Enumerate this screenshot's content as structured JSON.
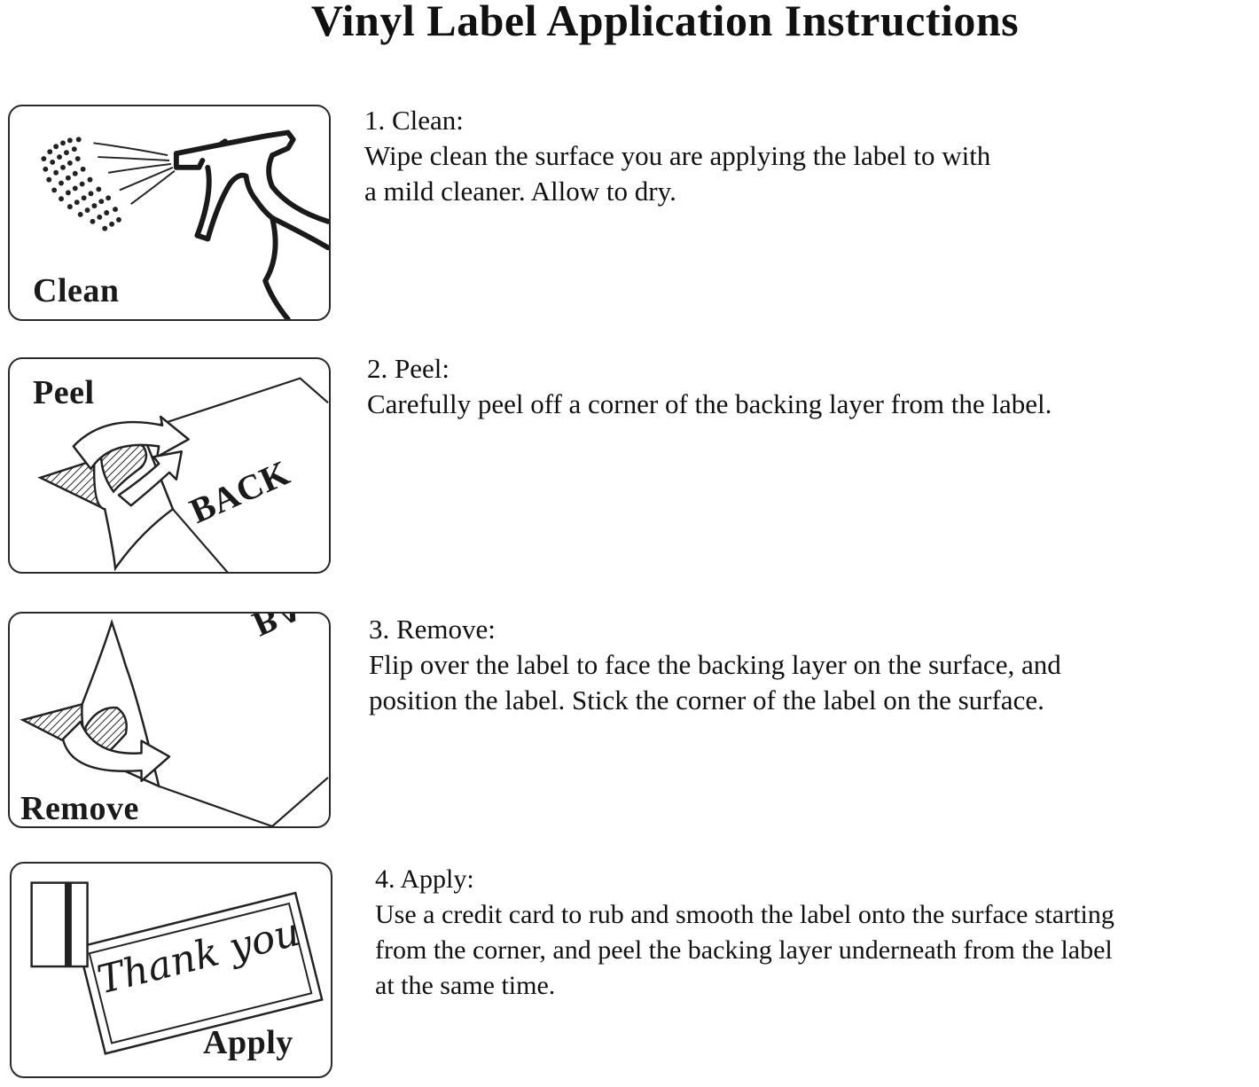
{
  "title": "Vinyl Label Application Instructions",
  "steps": [
    {
      "panel_label": "Clean",
      "heading": "1. Clean:",
      "lines": [
        "Wipe clean the surface you are applying the label to with",
        "a mild cleaner. Allow to dry."
      ],
      "icon": "spray-bottle-icon"
    },
    {
      "panel_label": "Peel",
      "label_text": "BACK",
      "heading": "2. Peel:",
      "lines": [
        "Carefully peel off a corner of the backing layer from the label."
      ],
      "icon": "peel-corner-icon"
    },
    {
      "panel_label": "Remove",
      "label_text": "BACK",
      "heading": "3. Remove:",
      "lines": [
        "Flip over the label to face the backing layer on the surface, and",
        "position the label. Stick the corner of the label on the surface."
      ],
      "icon": "flip-label-icon"
    },
    {
      "panel_label": "Apply",
      "label_text": "Thank you",
      "heading": "4. Apply:",
      "lines": [
        "Use a credit card to rub and smooth the label onto the surface starting",
        "from the corner, and peel the backing layer underneath from the label",
        "at the same time."
      ],
      "icon": "credit-card-icon"
    }
  ]
}
